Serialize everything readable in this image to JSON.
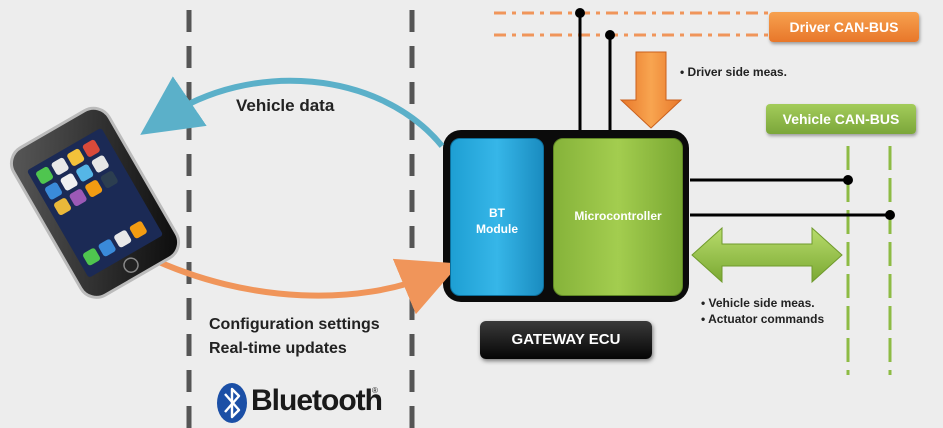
{
  "diagram": {
    "buses": {
      "driver": "Driver CAN-BUS",
      "vehicle": "Vehicle CAN-BUS"
    },
    "ecu": {
      "bt_module_line1": "BT",
      "bt_module_line2": "Module",
      "microcontroller": "Microcontroller",
      "gateway_label": "GATEWAY ECU"
    },
    "flows": {
      "vehicle_data": "Vehicle data",
      "config_line1": "Configuration settings",
      "config_line2": "Real-time updates"
    },
    "bullets": {
      "driver_side": "• Driver side meas.",
      "vehicle_side": "• Vehicle side meas.",
      "actuator": "• Actuator commands"
    },
    "bluetooth": {
      "wordmark": "Bluetooth",
      "registered": "®"
    },
    "colors": {
      "orange": "#f08a3a",
      "green": "#8dbb44",
      "blue": "#2aa9dd",
      "arrow_blue": "#5bb0c9"
    }
  }
}
